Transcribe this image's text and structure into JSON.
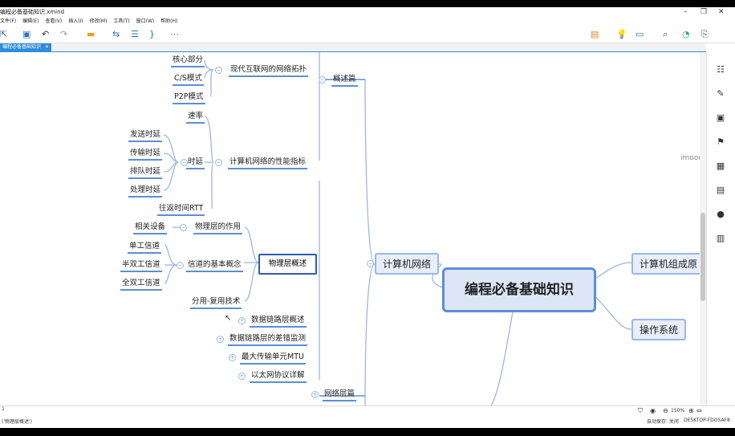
{
  "window": {
    "title": "编程必备基础知识.xmind",
    "controls": [
      "–",
      "❐",
      "✕"
    ]
  },
  "menu": {
    "items": [
      "文件(F)",
      "编辑(E)",
      "查看(V)",
      "插入(I)",
      "修改(M)",
      "工具(T)",
      "窗口(W)",
      "帮助(H)"
    ]
  },
  "tab": {
    "label": "编程必备基础知识",
    "close": "✕"
  },
  "watermark": "imooc",
  "map": {
    "central": "编程必备基础知识",
    "level1_left": "计算机网络",
    "level1_right": [
      "计算机组成原",
      "操作系统"
    ],
    "branches": {
      "overview": "概述篇",
      "network_layer": "网络层篇"
    },
    "overview_children": {
      "topology": "现代互联网的网络拓扑",
      "performance": "计算机网络的性能指标"
    },
    "topology_children": [
      "核心部分",
      "C/S模式",
      "P2P模式"
    ],
    "performance_children": {
      "rate": "速率",
      "delay": "时延",
      "rtt": "往返时间RTT"
    },
    "delay_children": [
      "发送时延",
      "传输时延",
      "排队时延",
      "处理时延"
    ],
    "physical": {
      "title": "物理层概述",
      "role": "物理层的作用",
      "role_child": "相关设备",
      "channel": "信道的基本概念",
      "channel_children": [
        "单工信道",
        "半双工信道",
        "全双工信道"
      ],
      "mux": "分用-复用技术"
    },
    "link_items": [
      "数据链路层概述",
      "数据链路层的差错监测",
      "最大传输单元MTU",
      "以太网协议详解"
    ]
  },
  "status": {
    "left": "('物理层概述')",
    "page": "1",
    "zoom": "150%",
    "autosave": "自动保存: 关闭",
    "computer": "DESKTOP-FDOSAF8",
    "filter_icon": "filter-icon",
    "eye_icon": "eye-icon"
  },
  "colors": {
    "accent": "#5b8fd6",
    "selected": "#2d5bb5",
    "tab": "#2d8cde"
  }
}
